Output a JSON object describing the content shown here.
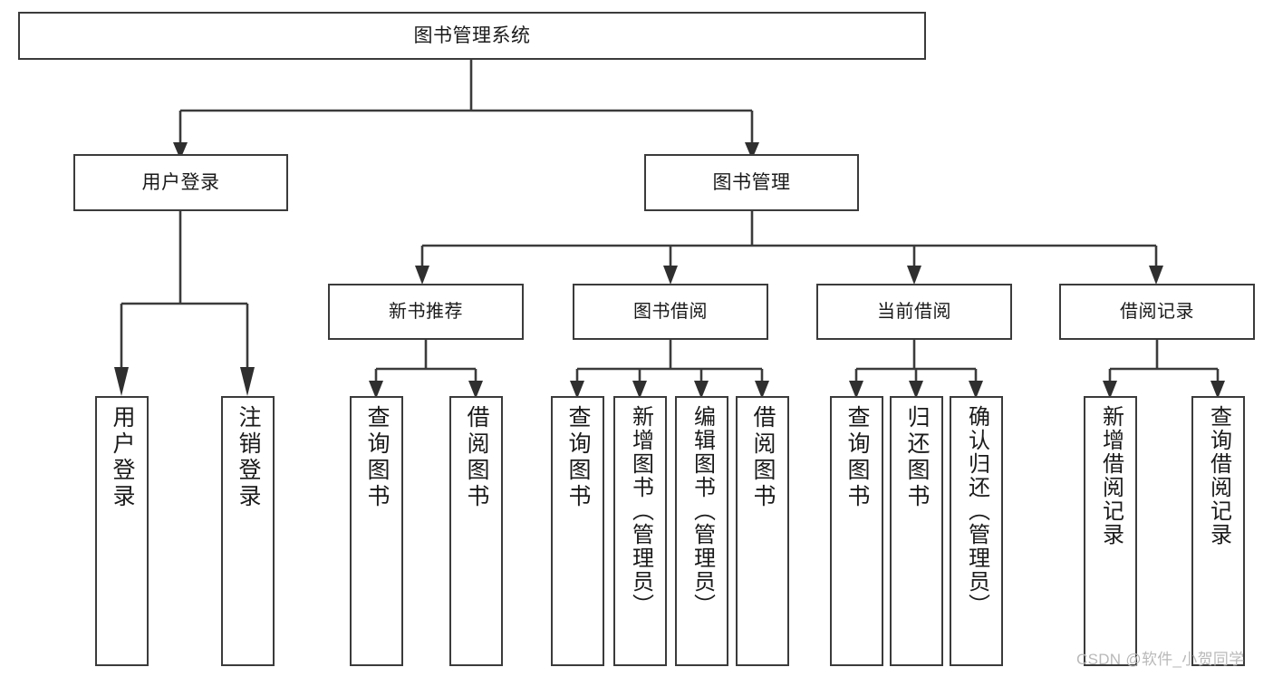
{
  "diagram": {
    "type": "tree-hierarchy-diagram",
    "title": "图书管理系统",
    "watermark": "CSDN @软件_小贺同学",
    "colors": {
      "box_border": "#3b3b3b",
      "box_fill": "#ffffff",
      "connector": "#3b3b3b",
      "background": "#ffffff",
      "watermark": "#b9b9b9"
    },
    "root": {
      "label": "图书管理系统"
    },
    "level2": [
      {
        "label": "用户登录"
      },
      {
        "label": "图书管理"
      }
    ],
    "level3": [
      {
        "label": "新书推荐"
      },
      {
        "label": "图书借阅"
      },
      {
        "label": "当前借阅"
      },
      {
        "label": "借阅记录"
      }
    ],
    "leaves": {
      "user_login": [
        {
          "label": "用户登录"
        },
        {
          "label": "注销登录"
        }
      ],
      "new_book_recommend": [
        {
          "label": "查询图书"
        },
        {
          "label": "借阅图书"
        }
      ],
      "book_borrow": [
        {
          "label": "查询图书"
        },
        {
          "label": "新增图书（管理员）"
        },
        {
          "label": "编辑图书（管理员）"
        },
        {
          "label": "借阅图书"
        }
      ],
      "current_borrow": [
        {
          "label": "查询图书"
        },
        {
          "label": "归还图书"
        },
        {
          "label": "确认归还（管理员）"
        }
      ],
      "borrow_records": [
        {
          "label": "新增借阅记录"
        },
        {
          "label": "查询借阅记录"
        }
      ]
    }
  }
}
